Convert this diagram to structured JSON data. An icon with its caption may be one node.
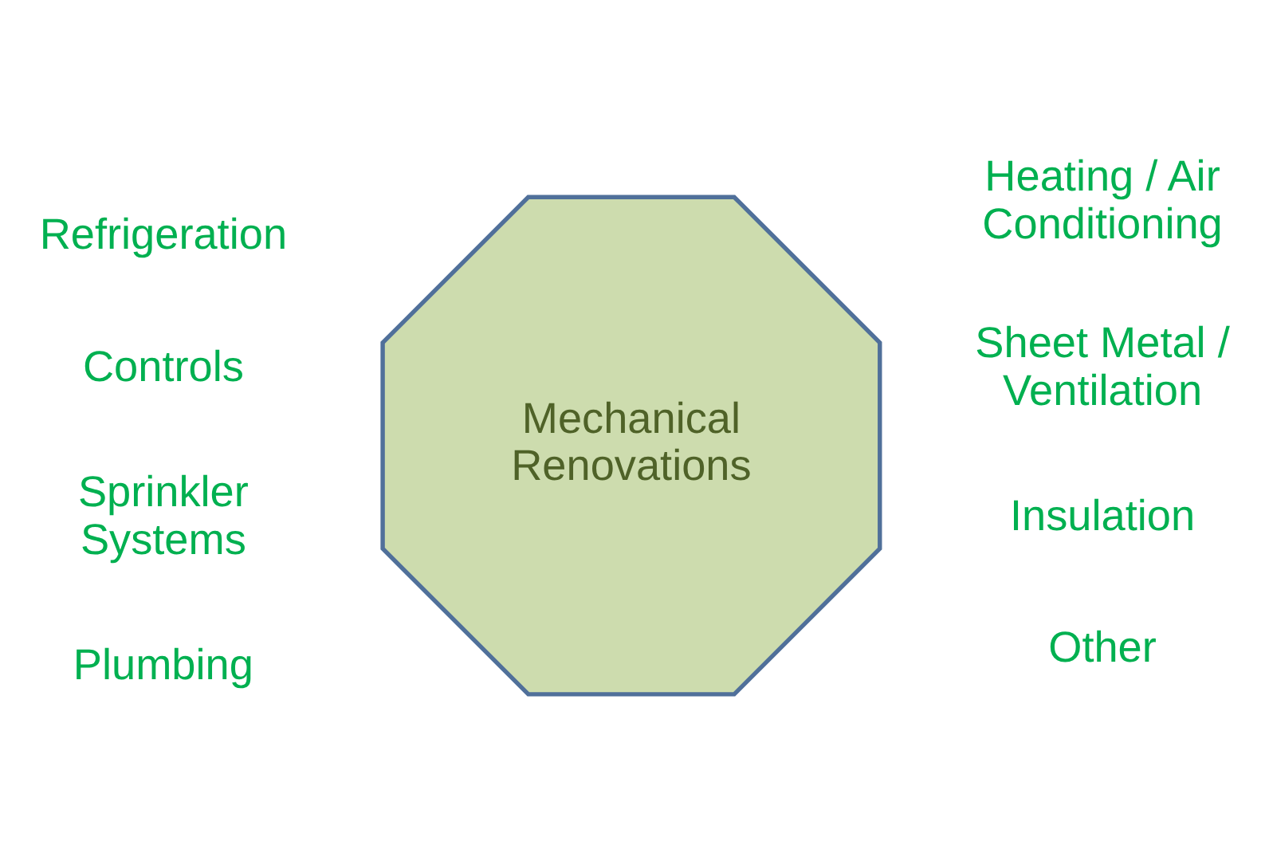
{
  "diagram": {
    "nodes": [
      {
        "text": [
          "Mechanical Renovations"
        ]
      }
    ],
    "labels": [
      "Heating / Air Conditioning",
      "Refrigeration",
      "Controls",
      "Sheet Metal / Ventilation",
      "Sprinkler Systems",
      "Insulation",
      "Plumbing",
      "Other"
    ]
  }
}
